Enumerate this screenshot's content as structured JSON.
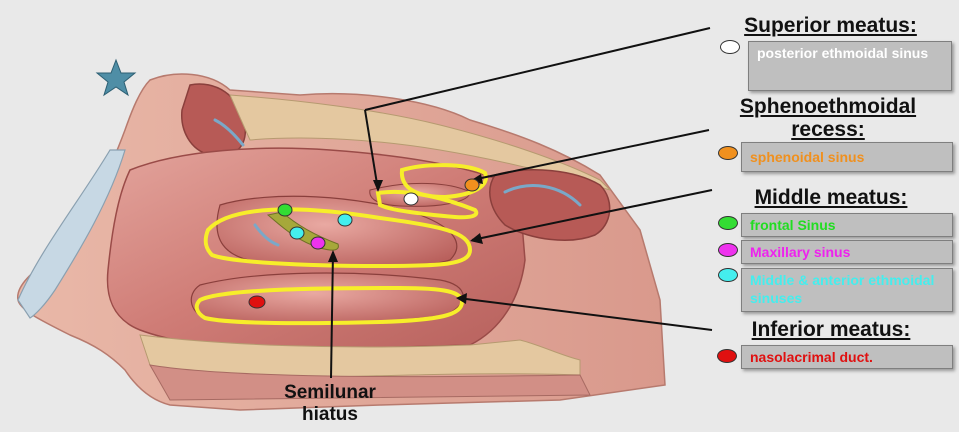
{
  "labels": {
    "superior_meatus": {
      "heading": "Superior meatus:",
      "items": [
        {
          "text": "posterior ethmoidal sinus",
          "color": "#ffffff",
          "marker_color": "#ffffff"
        }
      ]
    },
    "sphenoethmoidal_recess": {
      "heading_line1": "Sphenoethmoidal",
      "heading_line2": "recess:",
      "items": [
        {
          "text": "sphenoidal sinus",
          "color": "#f0901e",
          "marker_color": "#f0901e"
        }
      ]
    },
    "middle_meatus": {
      "heading": "Middle meatus:",
      "items": [
        {
          "text": "frontal Sinus",
          "color": "#22dd22",
          "marker_color": "#33dd33"
        },
        {
          "text": "Maxillary sinus",
          "color": "#ee22ee",
          "marker_color": "#ee33ee"
        },
        {
          "text": "Middle & anterior ethmoidal sinuses",
          "color": "#44eeee",
          "marker_color": "#44eeee"
        }
      ]
    },
    "inferior_meatus": {
      "heading": "Inferior meatus:",
      "items": [
        {
          "text": "nasolacrimal duct.",
          "color": "#e01010",
          "marker_color": "#e01010"
        }
      ]
    },
    "semilunar_hiatus": {
      "line1": "Semilunar",
      "line2": "hiatus"
    }
  },
  "colors": {
    "outline_yellow": "#f7ee2a",
    "tissue_pink": "#d98a84",
    "bone": "#e4c8a0",
    "star": "#4f8ea6"
  },
  "icons": {
    "star": "star-icon"
  }
}
